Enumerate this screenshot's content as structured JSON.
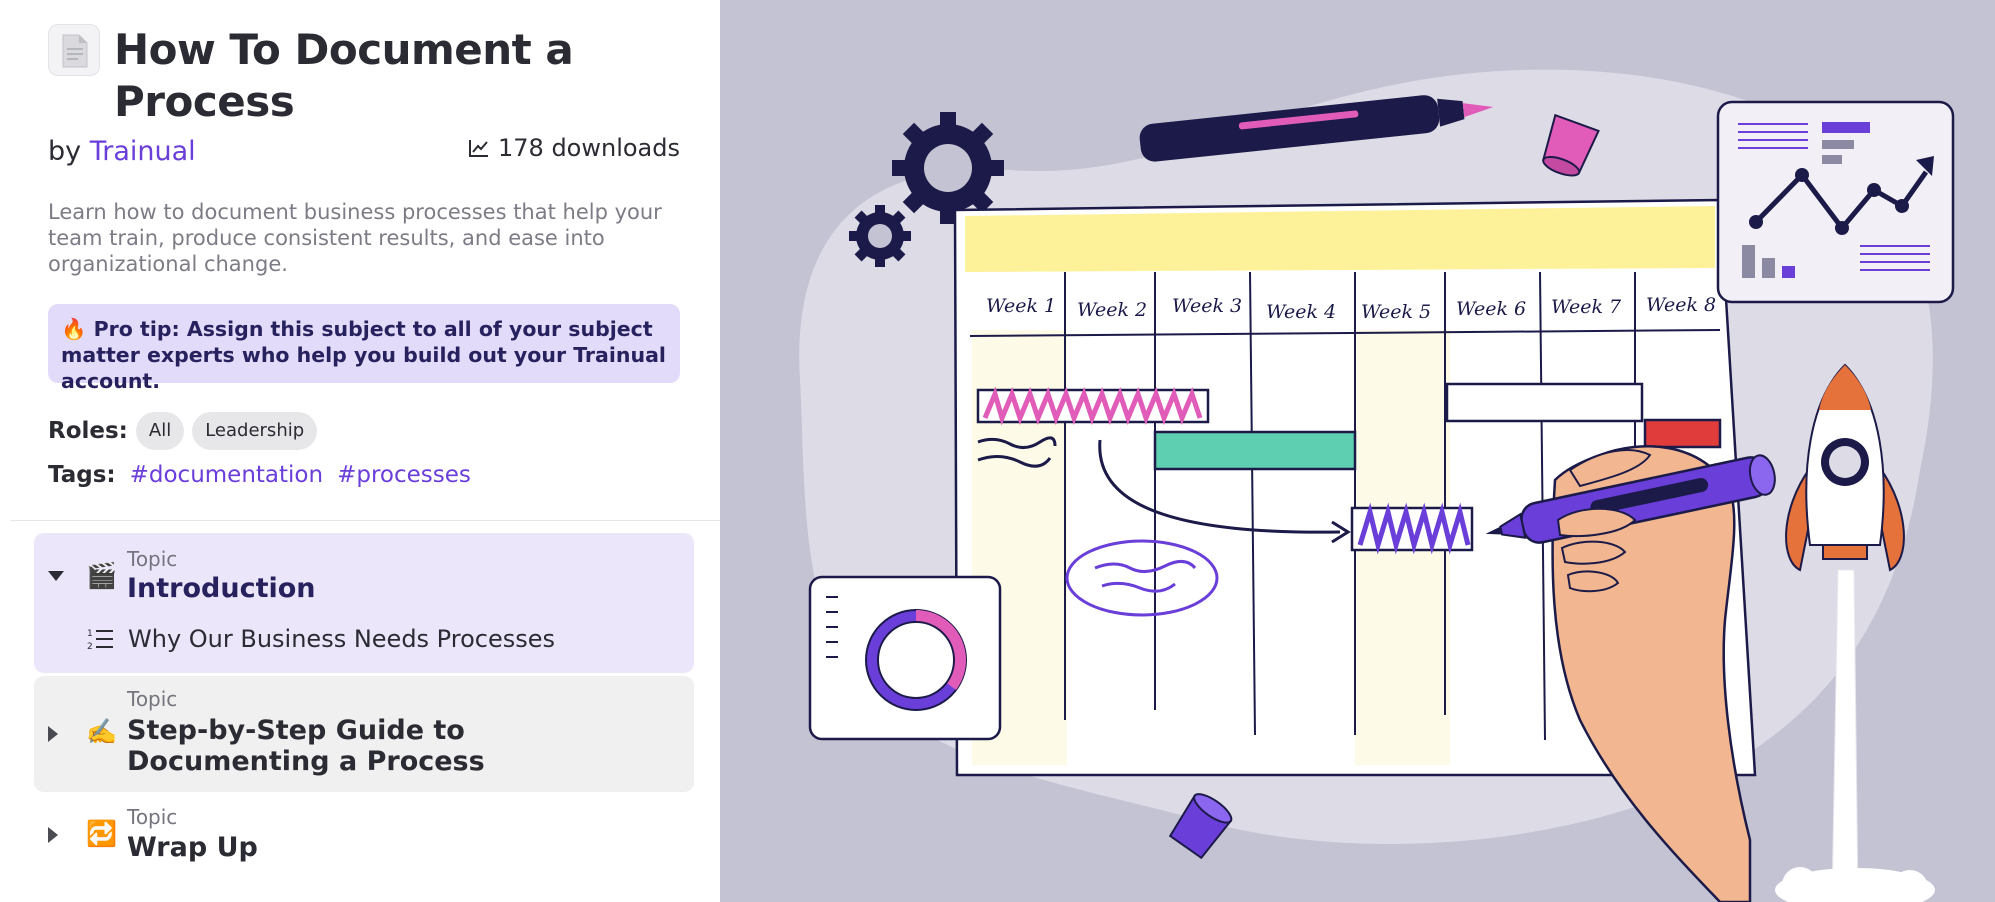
{
  "header": {
    "title": "How To Document a Process",
    "by_prefix": "by",
    "author": "Trainual",
    "downloads": "178 downloads"
  },
  "description": "Learn how to document business processes that help your team train, produce consistent results, and ease into organizational change.",
  "pro_tip": "🔥 Pro tip: Assign this subject to all of your subject matter experts who help you build out your Trainual account.",
  "roles": {
    "label": "Roles:",
    "items": [
      "All",
      "Leadership"
    ]
  },
  "tags": {
    "label": "Tags:",
    "items": [
      "#documentation",
      "#processes"
    ]
  },
  "topics": [
    {
      "label": "Topic",
      "name": "Introduction",
      "emoji": "🎬",
      "expanded": true,
      "lessons": [
        {
          "name": "Why Our Business Needs Processes"
        }
      ]
    },
    {
      "label": "Topic",
      "name": "Step-by-Step Guide to Documenting a Process",
      "emoji": "✍️",
      "expanded": false
    },
    {
      "label": "Topic",
      "name": "Wrap Up",
      "emoji": "🔁",
      "expanded": false
    }
  ],
  "illustration": {
    "weeks": [
      "Week 1",
      "Week 2",
      "Week 3",
      "Week 4",
      "Week 5",
      "Week 6",
      "Week 7",
      "Week 8"
    ],
    "colors": {
      "background": "#c4c3d4",
      "accent": "#6a3ed9",
      "pink": "#e05cb8",
      "teal": "#5ecfb1",
      "red": "#e03c3c",
      "navy": "#1b1a48",
      "yellow": "#fdf29a",
      "skin": "#f2b790",
      "orange": "#e5713b"
    }
  }
}
